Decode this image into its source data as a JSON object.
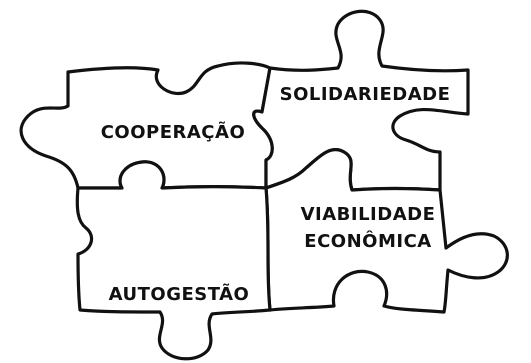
{
  "diagram": {
    "pieces": [
      {
        "id": "cooperacao",
        "label": "COOPERAÇÃO"
      },
      {
        "id": "solidariedade",
        "label": "SOLIDARIEDADE"
      },
      {
        "id": "viabilidade",
        "label_lines": [
          "VIABILIDADE",
          "ECONÔMICA"
        ]
      },
      {
        "id": "autogestao",
        "label": "AUTOGESTÃO"
      }
    ]
  }
}
